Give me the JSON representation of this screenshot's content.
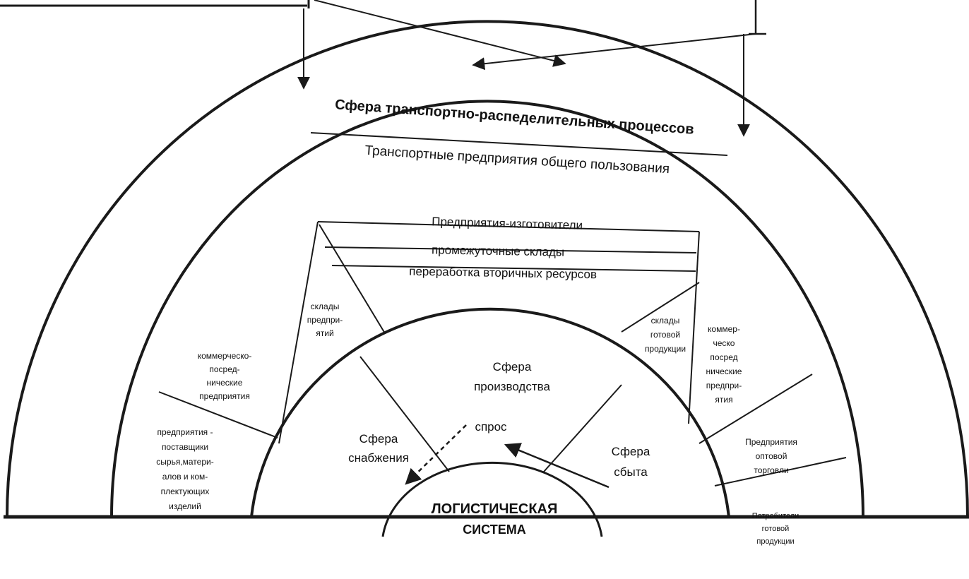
{
  "outer_band": {
    "title": "Сфера транспортно-распеделительных процессов",
    "subtitle": "Транспортные предприятия общего пользования"
  },
  "middle_band": {
    "top_lines": [
      "Предприятия-изготовители",
      "промежуточные склады",
      "переработка вторичных ресурсов"
    ],
    "left_sectors": {
      "warehouses": [
        "склады",
        "предпри-",
        "ятий"
      ],
      "intermediaries": [
        "коммерческо-",
        "посред-",
        "нические",
        "предприятия"
      ],
      "suppliers": [
        "предприятия -",
        "поставщики",
        "сырья,матери-",
        "алов и  ком-",
        "плектующих",
        "изделий"
      ]
    },
    "right_sectors": {
      "finished_goods": [
        "склады",
        "готовой",
        "продукции"
      ],
      "intermediaries": [
        "коммер-",
        "ческо",
        "посред",
        "нические",
        "предпри-",
        "ятия"
      ],
      "wholesale": [
        "Предприятия",
        "оптовой",
        "торговли"
      ],
      "consumers": [
        "Потребители",
        "готовой",
        "продукции"
      ]
    }
  },
  "inner_band": {
    "production": [
      "Сфера",
      "производства"
    ],
    "supply": [
      "Сфера",
      "снабжения"
    ],
    "sales": [
      "Сфера",
      "сбыта"
    ],
    "demand": "спрос"
  },
  "core": [
    "ЛОГИСТИЧЕСКАЯ",
    "СИСТЕМА"
  ],
  "colors": {
    "ink": "#1a1a1a",
    "paper": "#ffffff"
  }
}
